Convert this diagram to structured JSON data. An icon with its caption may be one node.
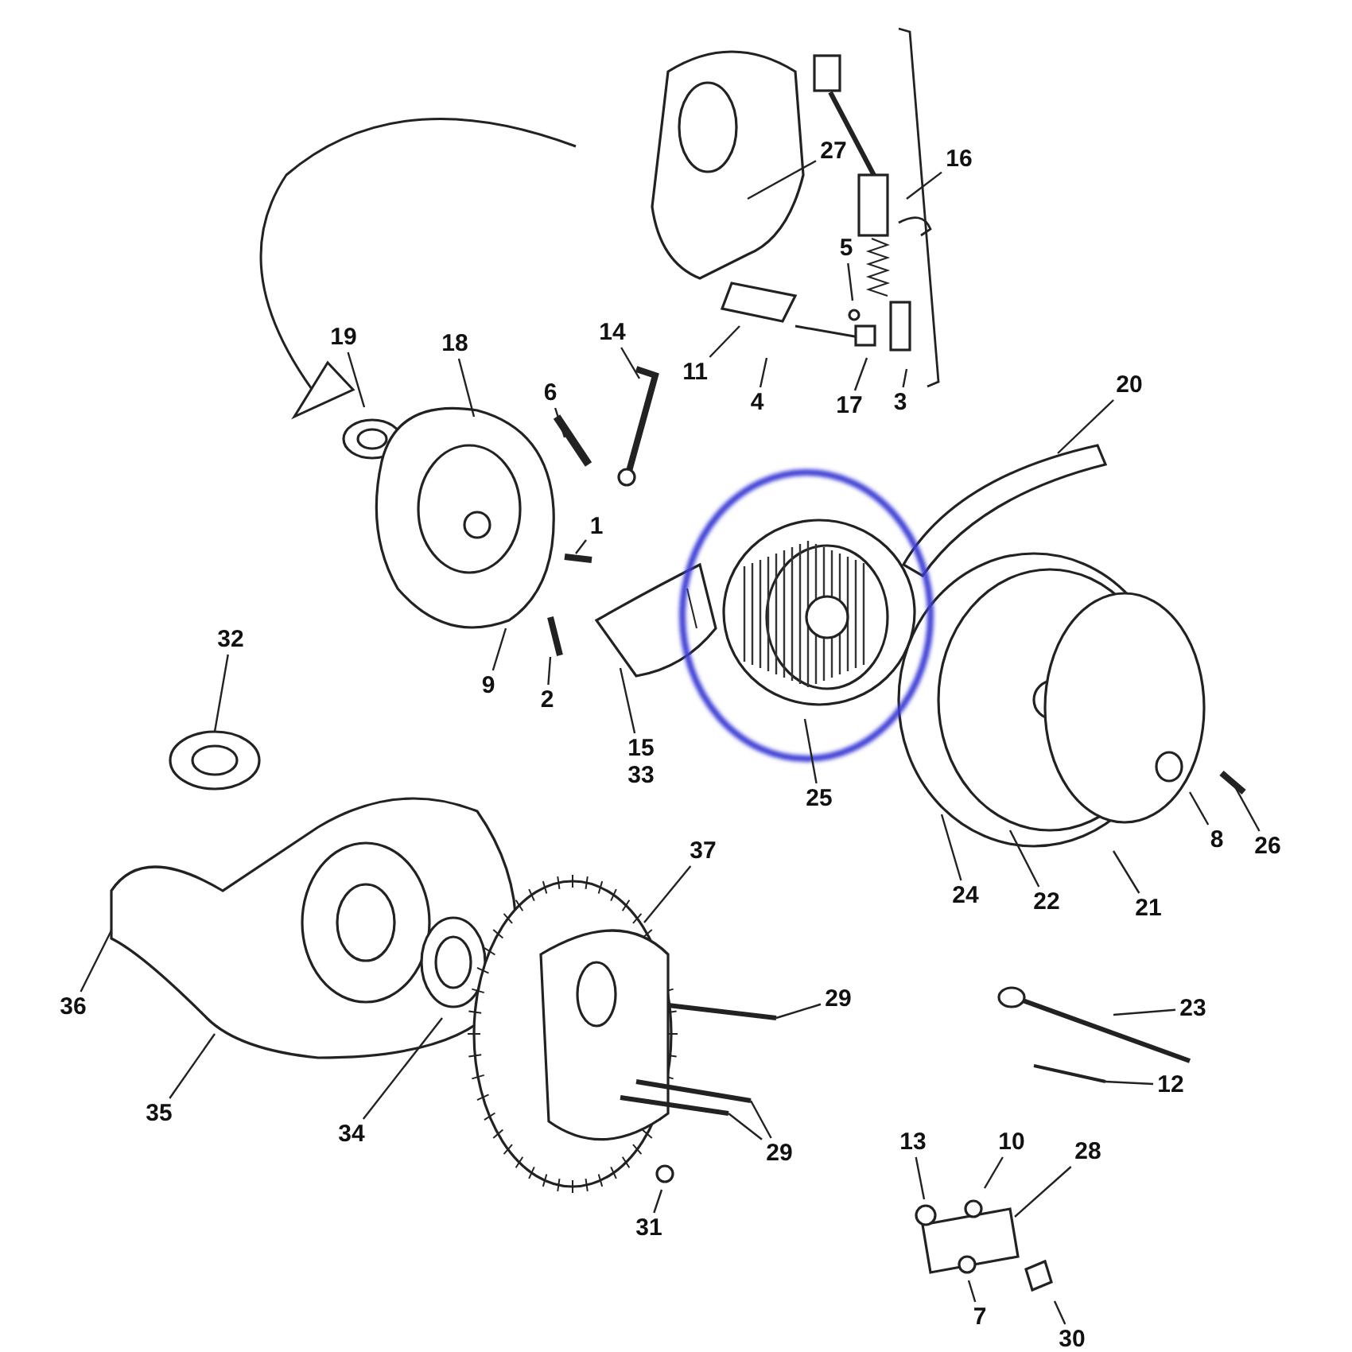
{
  "diagram": {
    "nodes": [
      {
        "text": [
          "27"
        ]
      },
      {
        "text": [
          "16"
        ]
      },
      {
        "text": [
          "5"
        ]
      },
      {
        "text": [
          "19"
        ]
      },
      {
        "text": [
          "18"
        ]
      },
      {
        "text": [
          "14"
        ]
      },
      {
        "text": [
          "11"
        ]
      },
      {
        "text": [
          "20"
        ]
      },
      {
        "text": [
          "6"
        ]
      },
      {
        "text": [
          "4"
        ]
      },
      {
        "text": [
          "3"
        ]
      },
      {
        "text": [
          "17"
        ]
      },
      {
        "text": [
          "1"
        ]
      },
      {
        "text": [
          "32"
        ]
      },
      {
        "text": [
          "9"
        ]
      },
      {
        "text": [
          "2"
        ]
      },
      {
        "text": [
          "15",
          "33"
        ]
      },
      {
        "text": [
          "25"
        ]
      },
      {
        "text": [
          "8"
        ]
      },
      {
        "text": [
          "26"
        ]
      },
      {
        "text": [
          "37"
        ]
      },
      {
        "text": [
          "24"
        ]
      },
      {
        "text": [
          "22"
        ]
      },
      {
        "text": [
          "21"
        ]
      },
      {
        "text": [
          "29"
        ]
      },
      {
        "text": [
          "36"
        ]
      },
      {
        "text": [
          "23"
        ]
      },
      {
        "text": [
          "12"
        ]
      },
      {
        "text": [
          "35"
        ]
      },
      {
        "text": [
          "34"
        ]
      },
      {
        "text": [
          "13"
        ]
      },
      {
        "text": [
          "10"
        ]
      },
      {
        "text": [
          "28"
        ]
      },
      {
        "text": [
          "29"
        ]
      },
      {
        "text": [
          "31"
        ]
      },
      {
        "text": [
          "7"
        ]
      },
      {
        "text": [
          "30"
        ]
      }
    ],
    "edges": [
      {
        "from": 0,
        "to": null,
        "arrow": "none"
      },
      {
        "from": 1,
        "to": null,
        "arrow": "none"
      },
      {
        "from": 2,
        "to": null,
        "arrow": "none"
      },
      {
        "from": 3,
        "to": null,
        "arrow": "none"
      },
      {
        "from": 4,
        "to": null,
        "arrow": "none"
      },
      {
        "from": 5,
        "to": null,
        "arrow": "none"
      },
      {
        "from": 6,
        "to": null,
        "arrow": "none"
      },
      {
        "from": 7,
        "to": null,
        "arrow": "none"
      },
      {
        "from": 8,
        "to": null,
        "arrow": "none"
      },
      {
        "from": 9,
        "to": null,
        "arrow": "none"
      },
      {
        "from": 10,
        "to": null,
        "arrow": "none"
      },
      {
        "from": 11,
        "to": null,
        "arrow": "none"
      },
      {
        "from": 12,
        "to": null,
        "arrow": "none"
      },
      {
        "from": 13,
        "to": null,
        "arrow": "none"
      },
      {
        "from": 14,
        "to": null,
        "arrow": "none"
      },
      {
        "from": 15,
        "to": null,
        "arrow": "none"
      },
      {
        "from": 16,
        "to": null,
        "arrow": "none"
      },
      {
        "from": 17,
        "to": null,
        "arrow": "none"
      },
      {
        "from": 18,
        "to": null,
        "arrow": "none"
      },
      {
        "from": 19,
        "to": null,
        "arrow": "none"
      },
      {
        "from": 20,
        "to": null,
        "arrow": "none"
      },
      {
        "from": 21,
        "to": null,
        "arrow": "none"
      },
      {
        "from": 22,
        "to": null,
        "arrow": "none"
      },
      {
        "from": 23,
        "to": null,
        "arrow": "none"
      },
      {
        "from": 24,
        "to": null,
        "arrow": "none"
      },
      {
        "from": 25,
        "to": null,
        "arrow": "none"
      },
      {
        "from": 26,
        "to": null,
        "arrow": "none"
      },
      {
        "from": 27,
        "to": null,
        "arrow": "none"
      },
      {
        "from": 28,
        "to": null,
        "arrow": "none"
      },
      {
        "from": 29,
        "to": null,
        "arrow": "none"
      },
      {
        "from": 30,
        "to": null,
        "arrow": "none"
      },
      {
        "from": 31,
        "to": null,
        "arrow": "none"
      },
      {
        "from": 32,
        "to": null,
        "arrow": "none"
      },
      {
        "from": 33,
        "to": null,
        "arrow": "none"
      },
      {
        "from": 33,
        "to": null,
        "arrow": "none"
      },
      {
        "from": 34,
        "to": null,
        "arrow": "none"
      },
      {
        "from": 35,
        "to": null,
        "arrow": "none"
      },
      {
        "from": 36,
        "to": null,
        "arrow": "none"
      }
    ]
  }
}
